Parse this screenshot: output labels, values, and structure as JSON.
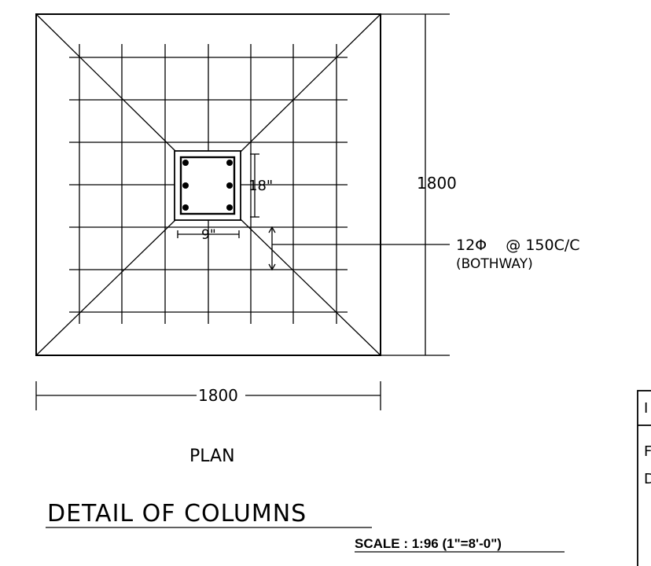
{
  "plan": {
    "dim_height": "1800",
    "dim_width": "1800",
    "dim_col_height": "18\"",
    "dim_col_width": "9\"",
    "rebar_callout": "12Φ    @ 150C/C",
    "rebar_note": "(BOTHWAY)",
    "plan_label": "PLAN"
  },
  "title": {
    "main": "DETAIL OF COLUMNS",
    "scale": "SCALE : 1:96 (1\"=8'-0\")"
  },
  "title_block": {
    "header_char": "I",
    "line1_char": "F",
    "line2_char": "D"
  }
}
